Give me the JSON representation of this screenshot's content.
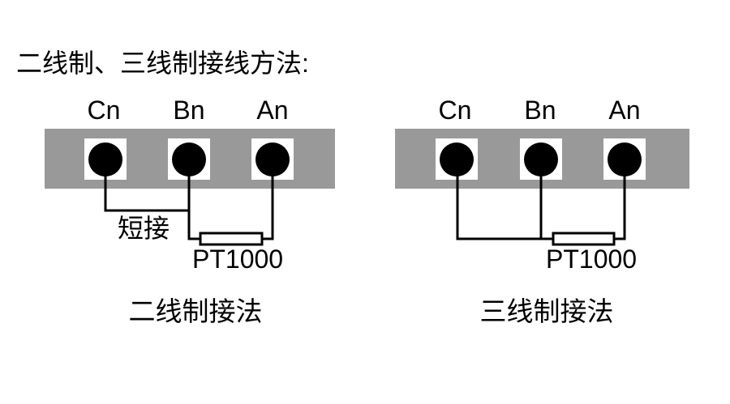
{
  "title": "二线制、三线制接线方法:",
  "colors": {
    "terminal_block": "#999999",
    "terminal_dot": "#000000",
    "wire": "#000000",
    "text": "#000000",
    "background": "#ffffff"
  },
  "two_wire": {
    "terminals": [
      "Cn",
      "Bn",
      "An"
    ],
    "short_link_label": "短接",
    "sensor_label": "PT1000",
    "caption": "二线制接法"
  },
  "three_wire": {
    "terminals": [
      "Cn",
      "Bn",
      "An"
    ],
    "sensor_label": "PT1000",
    "caption": "三线制接法"
  }
}
